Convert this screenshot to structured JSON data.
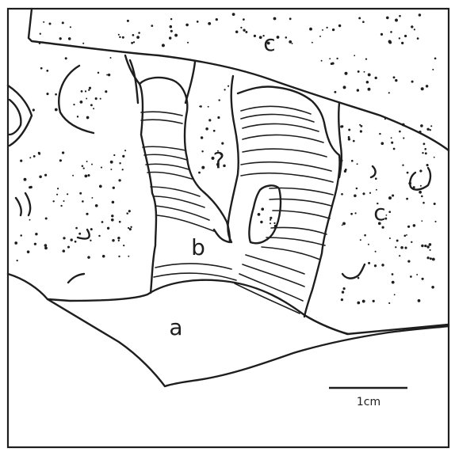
{
  "labels": {
    "a": "a",
    "b": "b",
    "c_top": "c",
    "c_right": "c",
    "question": "?"
  },
  "scale_bar": {
    "text": "1cm"
  },
  "colors": {
    "ink": "#1e1e1e",
    "background": "#ffffff"
  }
}
